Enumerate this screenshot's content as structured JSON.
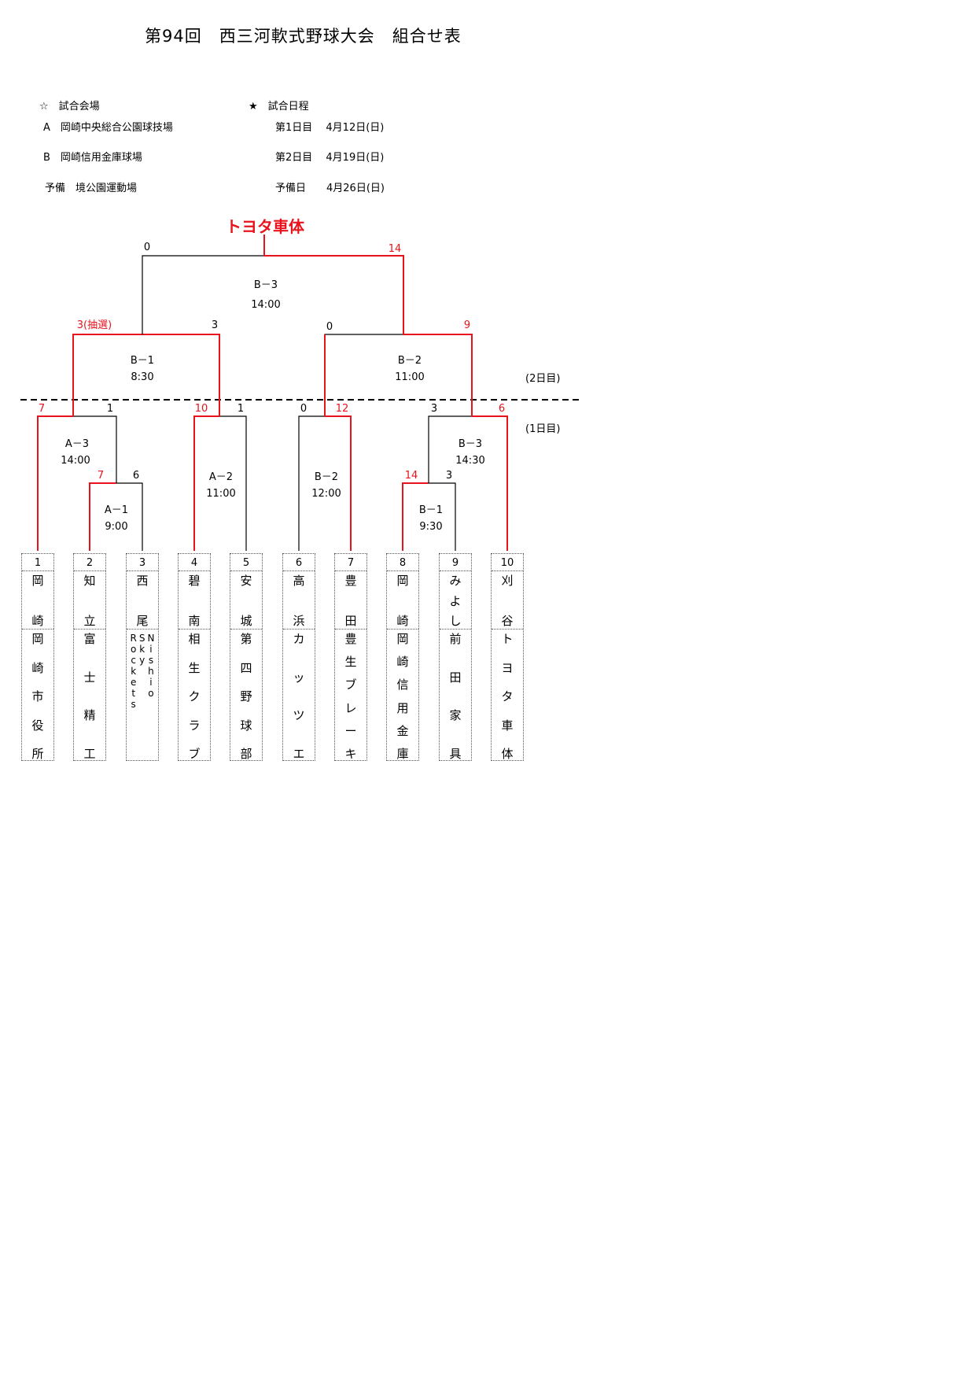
{
  "title": "第94回　西三河軟式野球大会　組合せ表",
  "venues": {
    "heading": "☆　試合会場",
    "items": [
      "A　岡崎中央総合公園球技場",
      "B　岡崎信用金庫球場",
      "予備　境公園運動場"
    ]
  },
  "schedule": {
    "heading": "★　試合日程",
    "items": [
      "第1日目　 4月12日(日)",
      "第2日目　 4月19日(日)",
      "予備日　　4月26日(日)"
    ]
  },
  "champion": "トヨタ車体",
  "day_labels": {
    "day2": "(2日目)",
    "day1": "(1日目)"
  },
  "colors": {
    "winner_line": "#e8131c",
    "loser_line": "#000000"
  },
  "teams": [
    {
      "num": "1",
      "city": [
        "岡",
        "崎"
      ],
      "club": [
        "岡",
        "崎",
        "市",
        "役",
        "所"
      ]
    },
    {
      "num": "2",
      "city": [
        "知",
        "立"
      ],
      "club": [
        "富",
        "士",
        "精",
        "工"
      ]
    },
    {
      "num": "3",
      "city": [
        "西",
        "尾"
      ],
      "club_latin": [
        "Rockets",
        "Sky",
        "Nishio"
      ]
    },
    {
      "num": "4",
      "city": [
        "碧",
        "南"
      ],
      "club": [
        "相",
        "生",
        "ク",
        "ラ",
        "ブ"
      ]
    },
    {
      "num": "5",
      "city": [
        "安",
        "城"
      ],
      "club": [
        "第",
        "四",
        "野",
        "球",
        "部"
      ]
    },
    {
      "num": "6",
      "city": [
        "高",
        "浜"
      ],
      "club": [
        "カ",
        "ッ",
        "ツ",
        "エ"
      ]
    },
    {
      "num": "7",
      "city": [
        "豊",
        "田"
      ],
      "club": [
        "豊",
        "生",
        "ブ",
        "レ",
        "ー",
        "キ"
      ]
    },
    {
      "num": "8",
      "city": [
        "岡",
        "崎"
      ],
      "club": [
        "岡",
        "崎",
        "信",
        "用",
        "金",
        "庫"
      ]
    },
    {
      "num": "9",
      "city": [
        "み",
        "よ",
        "し"
      ],
      "club": [
        "前",
        "田",
        "家",
        "具"
      ]
    },
    {
      "num": "10",
      "city": [
        "刈",
        "谷"
      ],
      "club": [
        "ト",
        "ヨ",
        "タ",
        "車",
        "体"
      ]
    }
  ],
  "games": {
    "A1": {
      "label": "A－1",
      "time": "9:00",
      "left_score": "7",
      "right_score": "6"
    },
    "A3": {
      "label": "A－3",
      "time": "14:00",
      "left_score": "7",
      "right_score": "1"
    },
    "A2": {
      "label": "A－2",
      "time": "11:00",
      "left_score": "10",
      "right_score": "1"
    },
    "B2a": {
      "label": "B－2",
      "time": "12:00",
      "left_score": "0",
      "right_score": "12"
    },
    "B1a": {
      "label": "B－1",
      "time": "9:30",
      "left_score": "14",
      "right_score": "3"
    },
    "B3a": {
      "label": "B－3",
      "time": "14:30",
      "left_score": "3",
      "right_score": "6"
    },
    "B1b": {
      "label": "B－1",
      "time": "8:30",
      "left_score": "3(抽選)",
      "right_score": "3"
    },
    "B2b": {
      "label": "B－2",
      "time": "11:00",
      "left_score": "0",
      "right_score": "9"
    },
    "B3b": {
      "label": "B－3",
      "time": "14:00",
      "left_score": "0",
      "right_score": "14"
    }
  }
}
